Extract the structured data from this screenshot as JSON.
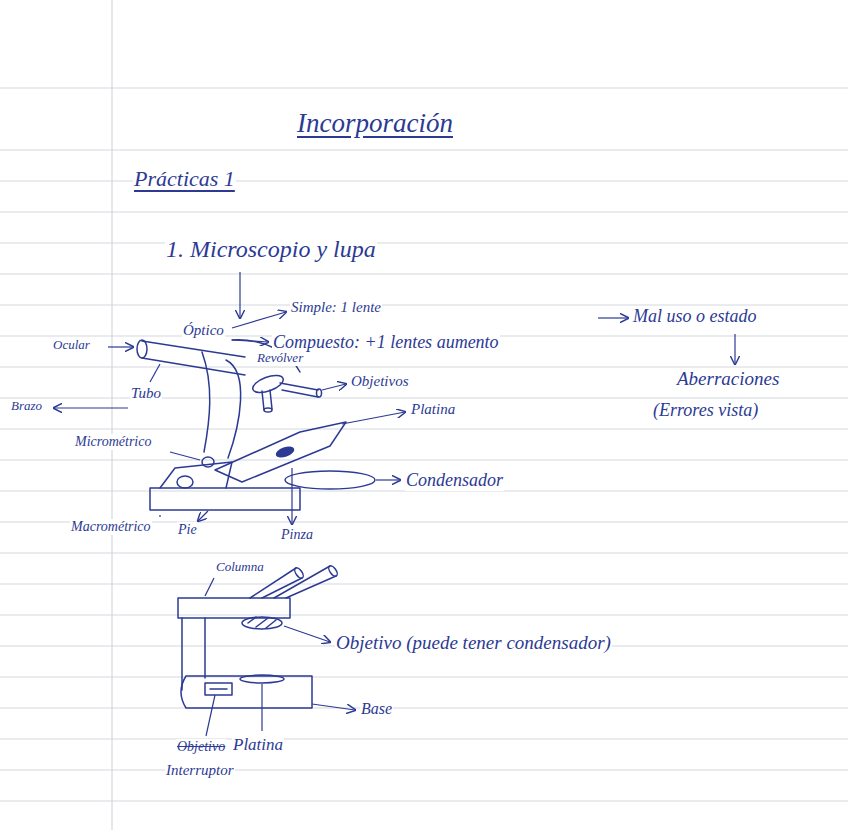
{
  "diagram": {
    "title": "Incorporación",
    "labels": [
      "Prácticas 1",
      "1. Microscopio y lupa",
      "Óptico",
      "Simple: 1 lente",
      "Compuesto: +1 lentes aumento",
      "Mal uso o estado",
      "Aberraciones",
      "(Errores vista)",
      "Ocular",
      "Tubo",
      "Brazo",
      "Revólver",
      "Objetivos",
      "Platina",
      "Micrométrico",
      "Condensador",
      "Macrométrico",
      "Pie",
      "Pinza",
      "Columna",
      "Objetivo (puede tener condensador)",
      "Base",
      "Objetivo",
      "Platina",
      "Interruptor"
    ]
  }
}
